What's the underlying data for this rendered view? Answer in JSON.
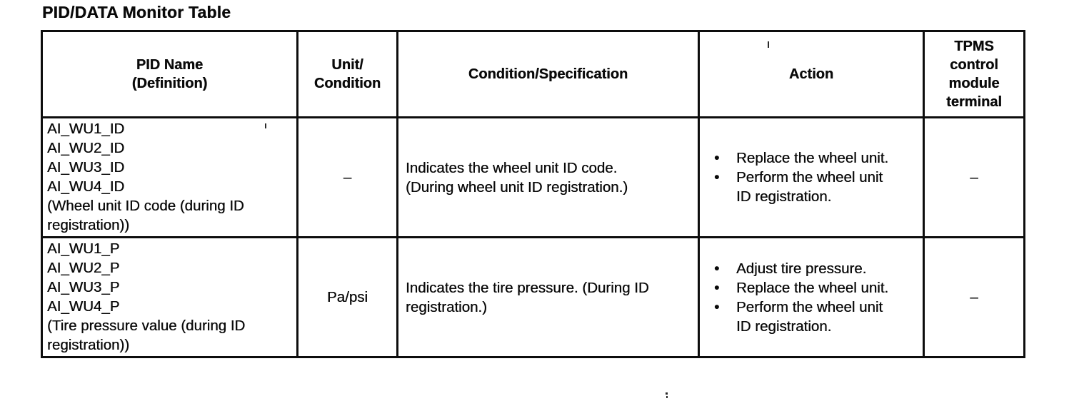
{
  "page": {
    "title": "PID/DATA Monitor Table"
  },
  "table": {
    "bullet_char": "•",
    "headers": [
      "PID Name\n(Definition)",
      "Unit/\nCondition",
      "Condition/Specification",
      "Action",
      "TPMS\ncontrol\nmodule\nterminal"
    ],
    "rows": [
      {
        "pid_lines": [
          "AI_WU1_ID",
          "AI_WU2_ID",
          "AI_WU3_ID",
          "AI_WU4_ID"
        ],
        "definition": "(Wheel unit ID code (during ID registration))",
        "unit_condition": "–",
        "condition_specification": "Indicates the wheel unit ID code.\n(During wheel unit ID registration.)",
        "actions": [
          "Replace the wheel unit.",
          "Perform the wheel unit\nID registration."
        ],
        "tpms_terminal": "–"
      },
      {
        "pid_lines": [
          "AI_WU1_P",
          "AI_WU2_P",
          "AI_WU3_P",
          "AI_WU4_P"
        ],
        "definition": "(Tire pressure value (during ID registration))",
        "unit_condition": "Pa/psi",
        "condition_specification": "Indicates the tire pressure. (During ID\nregistration.)",
        "actions": [
          "Adjust tire pressure.",
          "Replace the wheel unit.",
          "Perform the wheel unit\nID registration."
        ],
        "tpms_terminal": "–"
      }
    ]
  }
}
